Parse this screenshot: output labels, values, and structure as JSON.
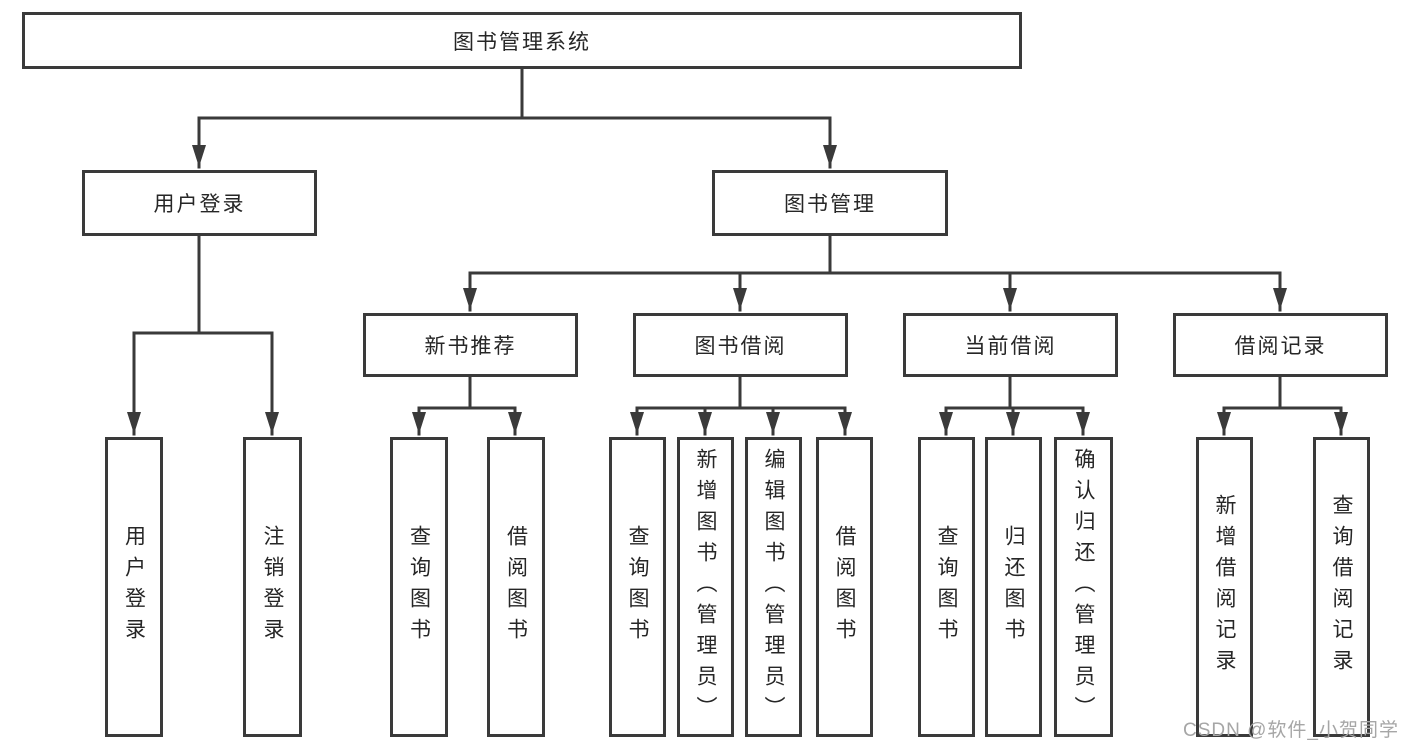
{
  "diagram": {
    "line_color": "#3a3a3a",
    "text_color": "#262626",
    "background": "#ffffff",
    "watermark_color": "#a6a6a6"
  },
  "watermark": "CSDN @软件_小贺同学",
  "tree": {
    "root": "图书管理系统",
    "branches": [
      {
        "label": "用户登录",
        "children": [
          "用户登录",
          "注销登录"
        ]
      },
      {
        "label": "图书管理",
        "groups": [
          {
            "label": "新书推荐",
            "children": [
              "查询图书",
              "借阅图书"
            ]
          },
          {
            "label": "图书借阅",
            "children": [
              "查询图书",
              "新增图书（管理员）",
              "编辑图书（管理员）",
              "借阅图书"
            ]
          },
          {
            "label": "当前借阅",
            "children": [
              "查询图书",
              "归还图书",
              "确认归还（管理员）"
            ]
          },
          {
            "label": "借阅记录",
            "children": [
              "新增借阅记录",
              "查询借阅记录"
            ]
          }
        ]
      }
    ]
  }
}
